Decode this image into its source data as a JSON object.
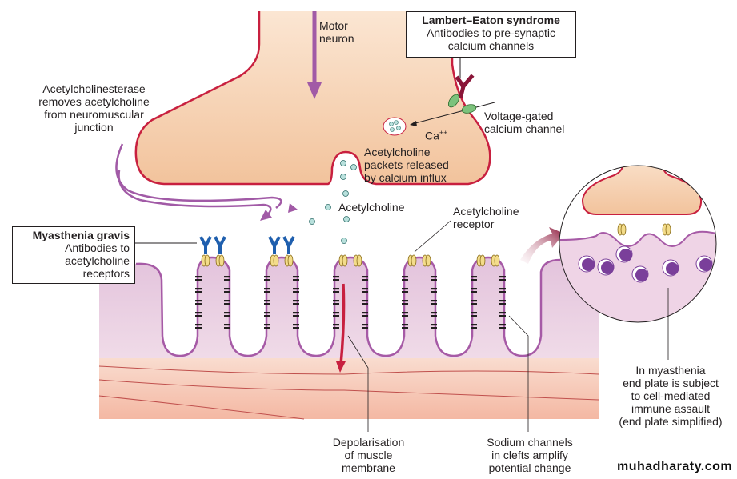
{
  "labels": {
    "motor_neuron": "Motor\nneuron",
    "acetylcholinesterase": "Acetylcholinesterase\nremoves acetylcholine\nfrom neuromuscular\njunction",
    "voltage_gated": "Voltage-gated\ncalcium channel",
    "calcium": "Ca",
    "calcium_charge": "++",
    "packets": "Acetylcholine\npackets released\nby calcium influx",
    "acetylcholine": "Acetylcholine",
    "receptor": "Acetylcholine\nreceptor",
    "depolarisation": "Depolarisation\nof muscle\nmembrane",
    "sodium_channels": "Sodium channels\nin clefts amplify\npotential change",
    "myasthenia_inset": "In myasthenia\nend plate is subject\nto cell-mediated\nimmune assault\n(end plate simplified)"
  },
  "callouts": {
    "lambert_eaton": {
      "title": "Lambert–Eaton syndrome",
      "body": "Antibodies to pre-synaptic\ncalcium channels"
    },
    "myasthenia_gravis": {
      "title": "Myasthenia gravis",
      "body": "Antibodies to\nacetylcholine\nreceptors"
    }
  },
  "watermark": "muhadharaty.com",
  "colors": {
    "neuron_fill": "#f7d5b8",
    "neuron_outline": "#c8203f",
    "muscle_fill": "#e7c9df",
    "muscle_outline": "#a65aa6",
    "tissue_fill": "#f6c6b3",
    "arrow_purple": "#a15aa6",
    "antibody_blue": "#1f5fae",
    "antibody_red": "#8a1538",
    "receptor_yellow": "#f3dc8a",
    "vesicle": "#b8e0dc",
    "channel_green": "#7cc27c",
    "cell_purple": "#7a3f9a"
  }
}
